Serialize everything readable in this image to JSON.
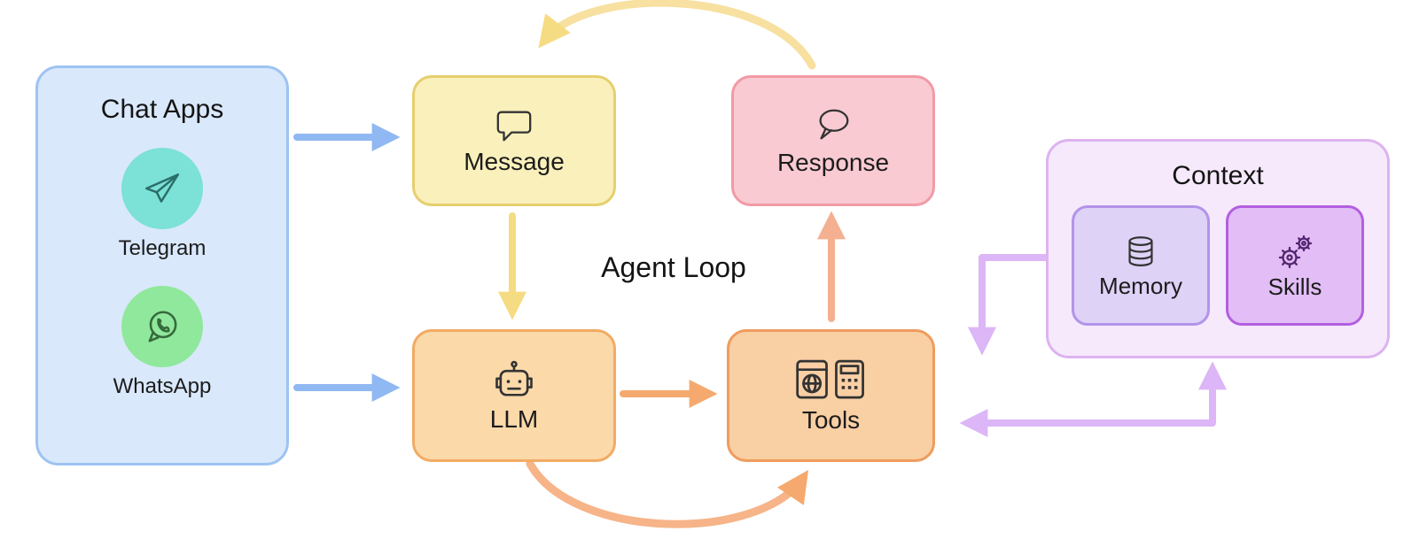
{
  "diagram": {
    "title": "Agent Loop",
    "chat_apps": {
      "label": "Chat Apps",
      "apps": [
        {
          "name": "Telegram",
          "icon": "telegram-icon",
          "color": "#7ce1d6"
        },
        {
          "name": "WhatsApp",
          "icon": "whatsapp-icon",
          "color": "#90e89c"
        }
      ]
    },
    "nodes": {
      "message": {
        "label": "Message",
        "icon": "speech-bubble-square-icon"
      },
      "response": {
        "label": "Response",
        "icon": "speech-bubble-round-icon"
      },
      "llm": {
        "label": "LLM",
        "icon": "robot-icon"
      },
      "tools": {
        "label": "Tools",
        "icon": "browser-calculator-icon"
      }
    },
    "context": {
      "label": "Context",
      "memory": {
        "label": "Memory",
        "icon": "database-icon"
      },
      "skills": {
        "label": "Skills",
        "icon": "gears-icon"
      }
    },
    "colors": {
      "blue_arrow": "#90b8f2",
      "yellow_arrow": "#f5dc82",
      "orange_arrow": "#f5a96e",
      "salmon_arrow": "#f4b090",
      "purple_arrow": "#dcb6f6"
    }
  }
}
